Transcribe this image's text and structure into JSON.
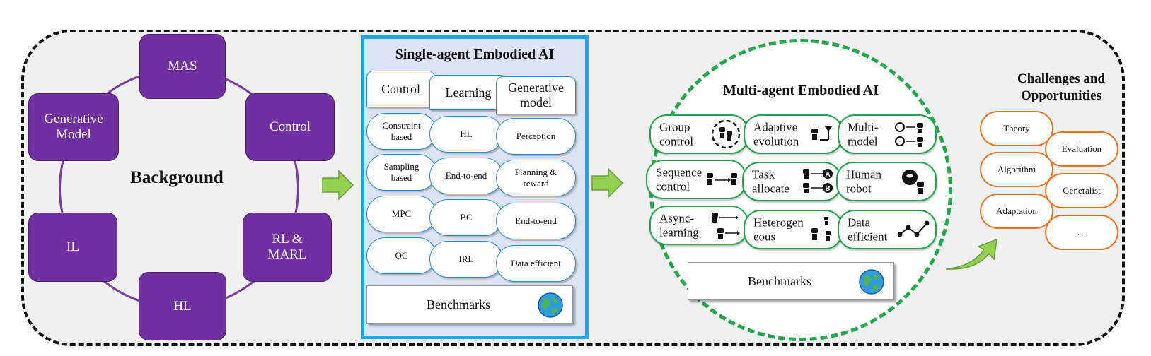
{
  "background": {
    "title": "Background",
    "nodes": {
      "mas": "MAS",
      "control": "Control",
      "rl_marl": "RL &\nMARL",
      "hl": "HL",
      "il": "IL",
      "generative_model": "Generative\nModel"
    },
    "colors": {
      "node": "#7030a0",
      "ring": "#7b3aa8"
    }
  },
  "single_agent": {
    "title": "Single-agent Embodied AI",
    "tabs": [
      "Control",
      "Learning",
      "Generative\nmodel"
    ],
    "control_items": [
      "Constraint\nbased",
      "Sampling\nbased",
      "MPC",
      "OC"
    ],
    "learning_items": [
      "HL",
      "End-to-end",
      "BC",
      "IRL"
    ],
    "generative_items": [
      "Perception",
      "Planning &\nreward",
      "End-to-end",
      "Data efficient"
    ],
    "benchmarks": "Benchmarks",
    "colors": {
      "border": "#1aa6e6",
      "panel": "#dce3f4"
    }
  },
  "multi_agent": {
    "title": "Multi-agent Embodied AI",
    "row1": [
      "Group\ncontrol",
      "Adaptive\nevolution",
      "Multi-\nmodel"
    ],
    "row2": [
      "Sequence\ncontrol",
      "Task\nallocate",
      "Human\nrobot"
    ],
    "row3": [
      "Async-\nlearning",
      "Heterogen\neous",
      "Data\nefficient"
    ],
    "benchmarks": "Benchmarks",
    "colors": {
      "border": "#22a84a"
    }
  },
  "challenges": {
    "title": "Challenges and\nOpportunities",
    "items": [
      "Theory",
      "Evaluation",
      "Algorithm",
      "Generalist",
      "Adaptation",
      "…"
    ],
    "colors": {
      "border": "#f2711c"
    }
  },
  "icons": [
    "globe-icon",
    "robot-icon",
    "openai-icon",
    "brain-icon",
    "network-icon",
    "arrow-right-icon"
  ]
}
